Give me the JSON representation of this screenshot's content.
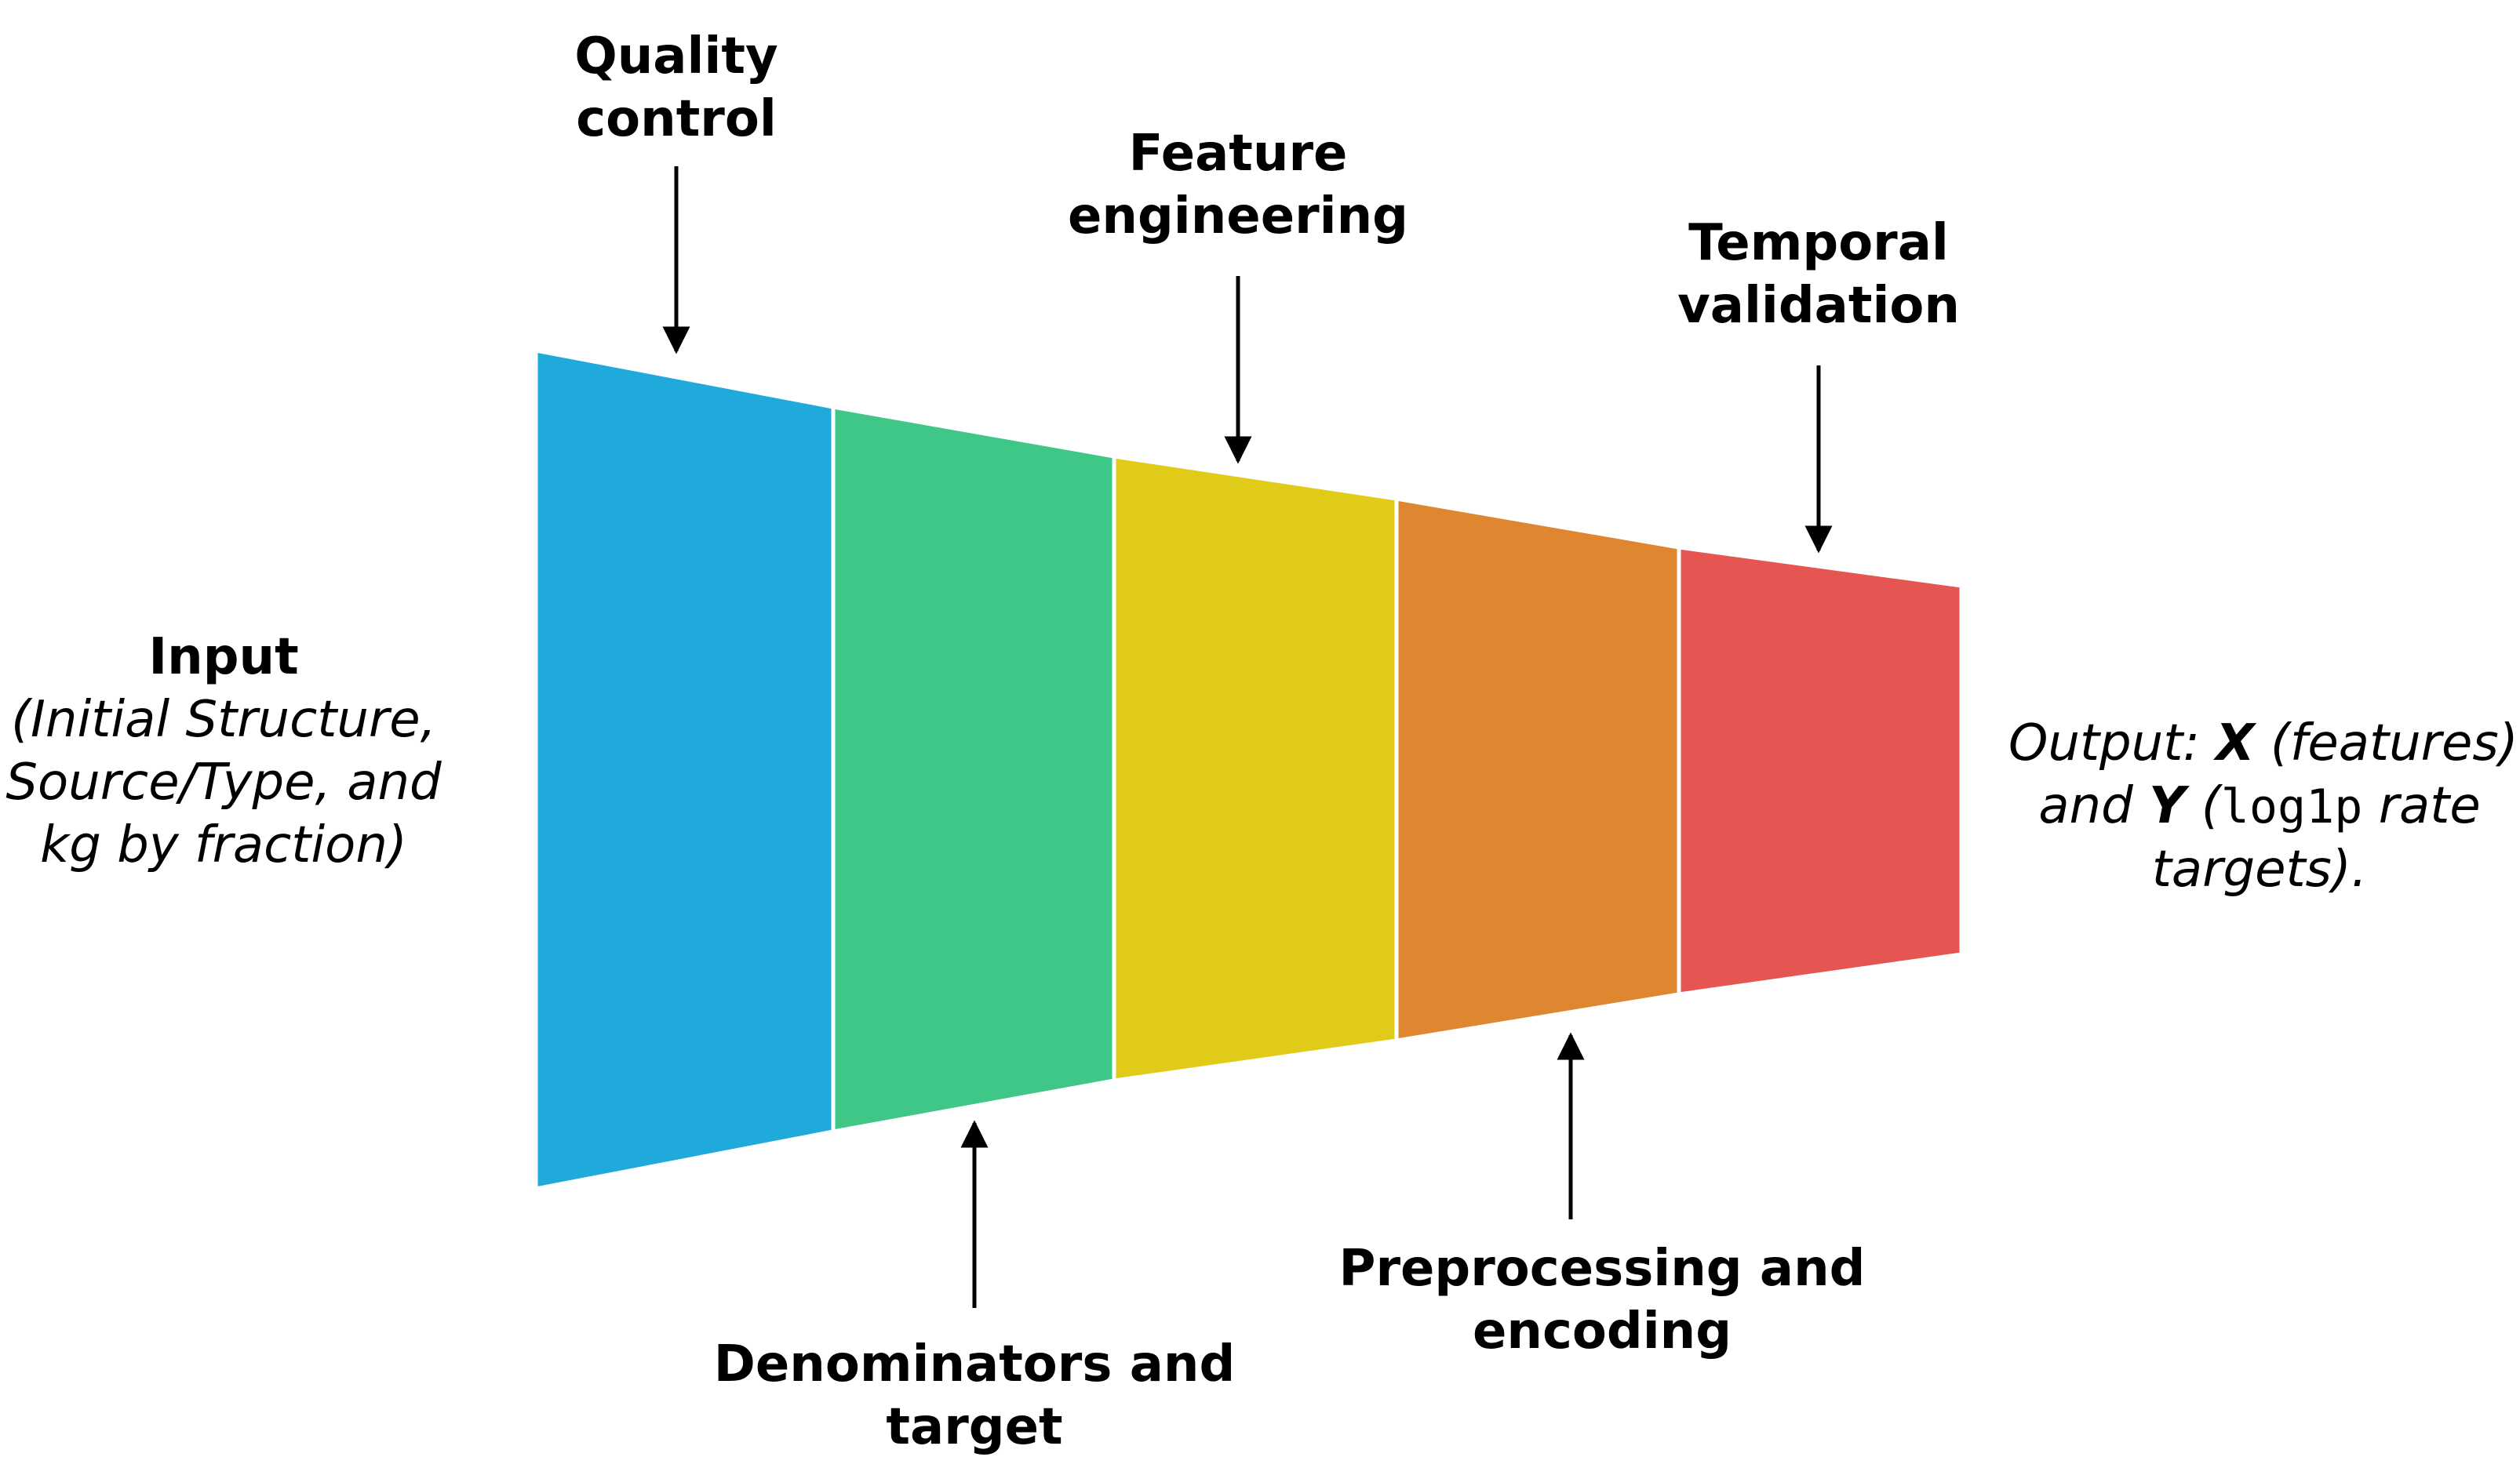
{
  "colors": {
    "stage1": "#20aadc",
    "stage2": "#3ec787",
    "stage3": "#e0cb18",
    "stage4": "#df8631",
    "stage5": "#e55653",
    "divider": "#ffffff",
    "arrow": "#000000"
  },
  "stages": [
    {
      "label_lines": [
        "Quality",
        "control"
      ]
    },
    {
      "label_lines": [
        "Denominators and",
        "target"
      ]
    },
    {
      "label_lines": [
        "Feature",
        "engineering"
      ]
    },
    {
      "label_lines": [
        "Preprocessing and",
        "encoding"
      ]
    },
    {
      "label_lines": [
        "Temporal",
        "validation"
      ]
    }
  ],
  "input": {
    "title": "Input",
    "lines": [
      "(Initial Structure,",
      "Source/Type, and",
      "kg by fraction)"
    ]
  },
  "output": {
    "prefix": "Output: ",
    "x": "X",
    "x_desc": " (features)",
    "and": "and ",
    "y": "Y",
    "y_open": " (",
    "func": "log1p",
    "y_desc": " rate",
    "line3": "targets)."
  }
}
